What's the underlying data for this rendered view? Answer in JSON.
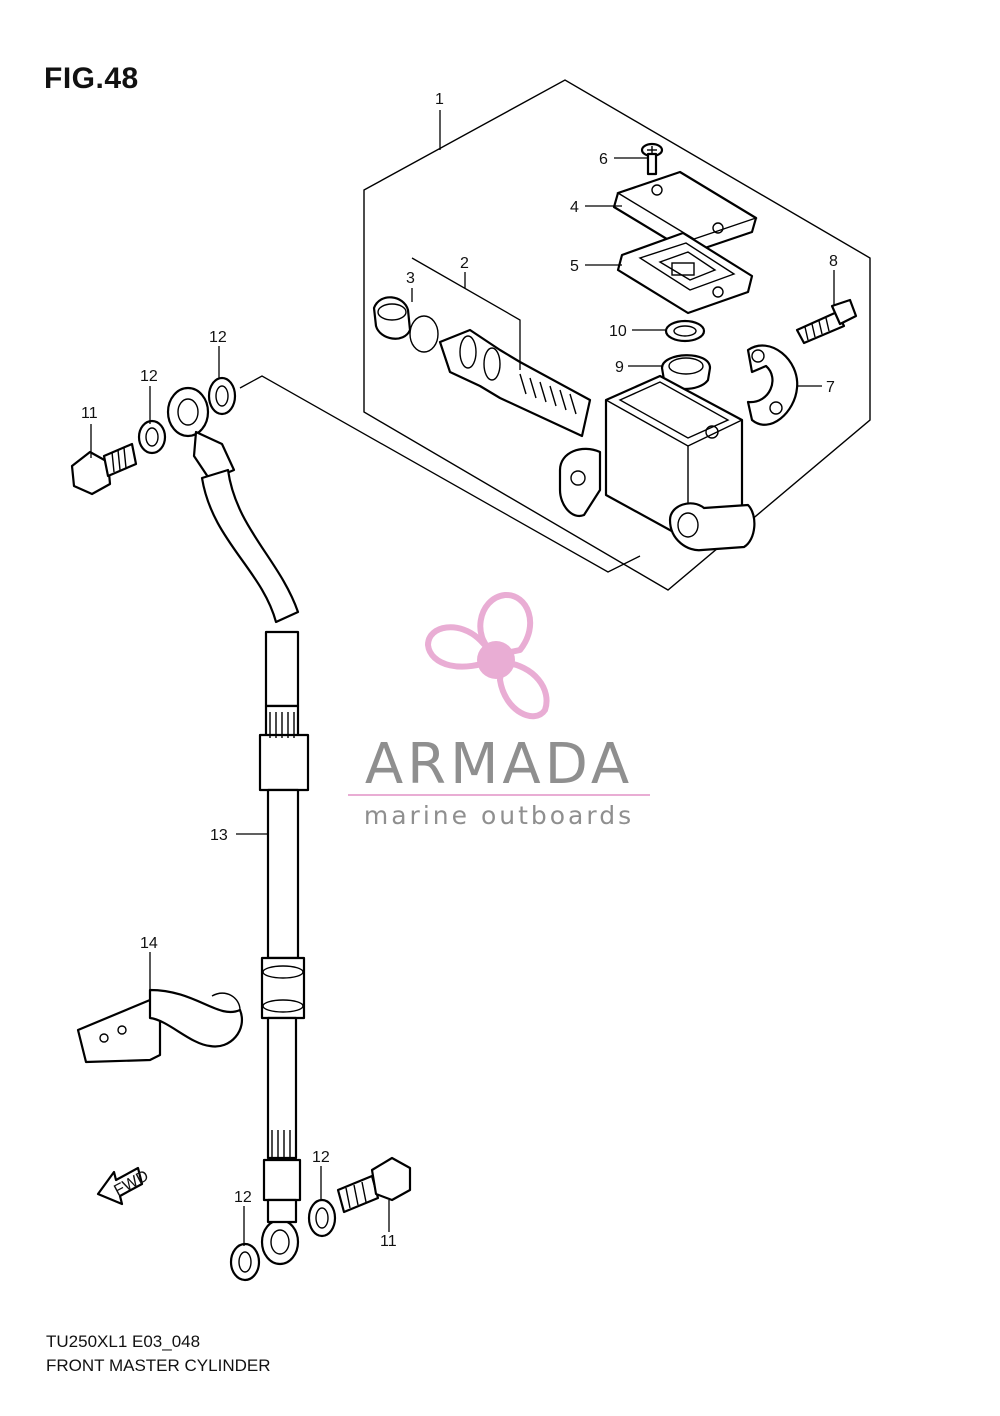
{
  "figure": {
    "title": "FIG.48",
    "model_code": "TU250XL1 E03_048",
    "caption": "FRONT MASTER CYLINDER"
  },
  "watermark": {
    "brand": "ARMADA",
    "tagline": "marine outboards",
    "color": "#e8a9d2"
  },
  "direction_marker": {
    "text": "FWD"
  },
  "callouts": [
    {
      "id": "c1",
      "label": "1"
    },
    {
      "id": "c2",
      "label": "2"
    },
    {
      "id": "c3",
      "label": "3"
    },
    {
      "id": "c4",
      "label": "4"
    },
    {
      "id": "c5",
      "label": "5"
    },
    {
      "id": "c6",
      "label": "6"
    },
    {
      "id": "c7",
      "label": "7"
    },
    {
      "id": "c8",
      "label": "8"
    },
    {
      "id": "c9",
      "label": "9"
    },
    {
      "id": "c10",
      "label": "10"
    },
    {
      "id": "c11a",
      "label": "11"
    },
    {
      "id": "c11b",
      "label": "11"
    },
    {
      "id": "c12a",
      "label": "12"
    },
    {
      "id": "c12b",
      "label": "12"
    },
    {
      "id": "c12c",
      "label": "12"
    },
    {
      "id": "c12d",
      "label": "12"
    },
    {
      "id": "c13",
      "label": "13"
    },
    {
      "id": "c14",
      "label": "14"
    }
  ]
}
